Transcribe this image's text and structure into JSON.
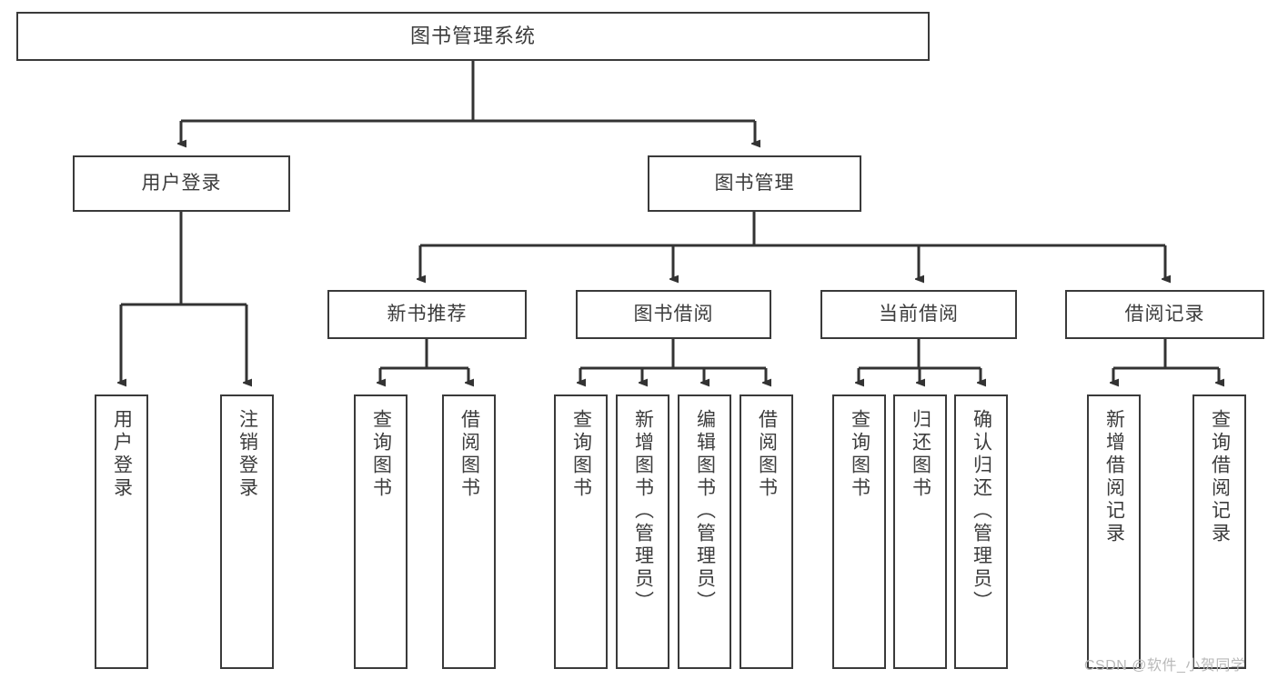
{
  "diagram": {
    "title_text": "图书管理系统",
    "background_color": "#ffffff",
    "box_border_color": "#3a3a3a",
    "text_color": "#3c3c3c",
    "line_color": "#333333",
    "type": "tree-hierarchy",
    "root": {
      "label": "图书管理系统"
    },
    "level1": [
      {
        "label": "用户登录"
      },
      {
        "label": "图书管理"
      }
    ],
    "level2": [
      {
        "label": "新书推荐"
      },
      {
        "label": "图书借阅"
      },
      {
        "label": "当前借阅"
      },
      {
        "label": "借阅记录"
      }
    ],
    "leaves": {
      "user_login": [
        {
          "label": "用户登录"
        },
        {
          "label": "注销登录"
        }
      ],
      "new_book_recommend": [
        {
          "label": "查询图书"
        },
        {
          "label": "借阅图书"
        }
      ],
      "book_borrow": [
        {
          "label": "查询图书"
        },
        {
          "label": "新增图书（管理员）"
        },
        {
          "label": "编辑图书（管理员）"
        },
        {
          "label": "借阅图书"
        }
      ],
      "current_borrow": [
        {
          "label": "查询图书"
        },
        {
          "label": "归还图书"
        },
        {
          "label": "确认归还（管理员）"
        }
      ],
      "borrow_record": [
        {
          "label": "新增借阅记录"
        },
        {
          "label": "查询借阅记录"
        }
      ]
    }
  },
  "watermark": {
    "text": "CSDN @软件_小贺同学"
  }
}
